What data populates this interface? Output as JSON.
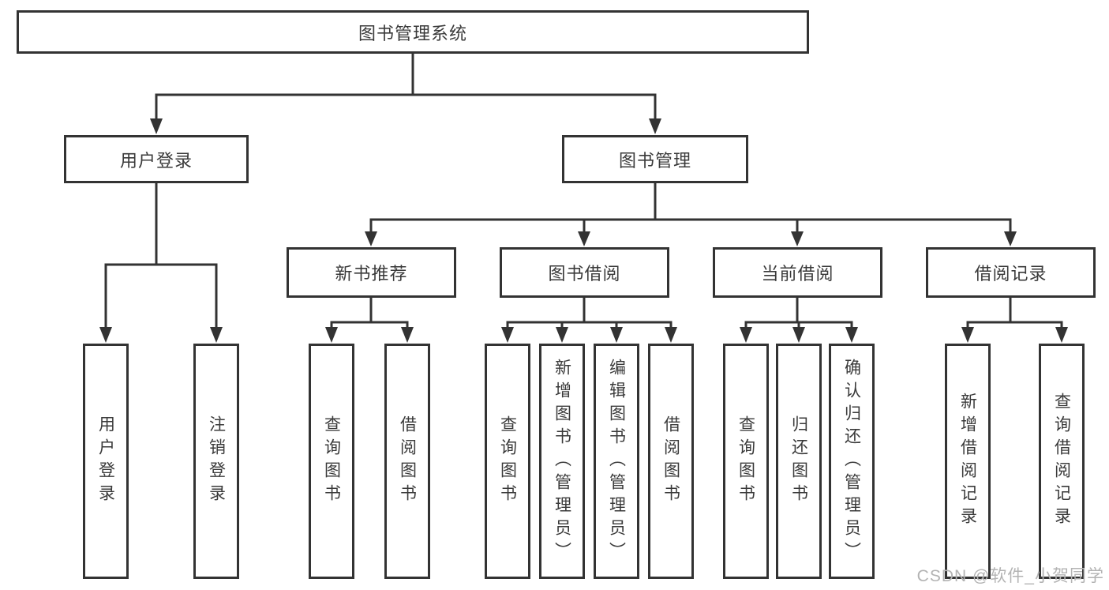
{
  "diagram": {
    "root": {
      "label": "图书管理系统"
    },
    "level2": [
      {
        "label": "用户登录"
      },
      {
        "label": "图书管理"
      }
    ],
    "level3": [
      {
        "label": "新书推荐"
      },
      {
        "label": "图书借阅"
      },
      {
        "label": "当前借阅"
      },
      {
        "label": "借阅记录"
      }
    ],
    "leaves": {
      "user": [
        "用户登录",
        "注销登录"
      ],
      "newbook": [
        "查询图书",
        "借阅图书"
      ],
      "borrow": [
        "查询图书",
        "新增图书（管理员）",
        "编辑图书（管理员）",
        "借阅图书"
      ],
      "current": [
        "查询图书",
        "归还图书",
        "确认归还（管理员）"
      ],
      "records": [
        "新增借阅记录",
        "查询借阅记录"
      ]
    }
  },
  "watermark": {
    "text": "CSDN @软件_小贺同学"
  },
  "colors": {
    "line": "#333333",
    "box_border": "#333333",
    "box_fill": "#ffffff",
    "text": "#3a3a3a",
    "watermark": "#b3b3b3",
    "background": "#ffffff"
  }
}
